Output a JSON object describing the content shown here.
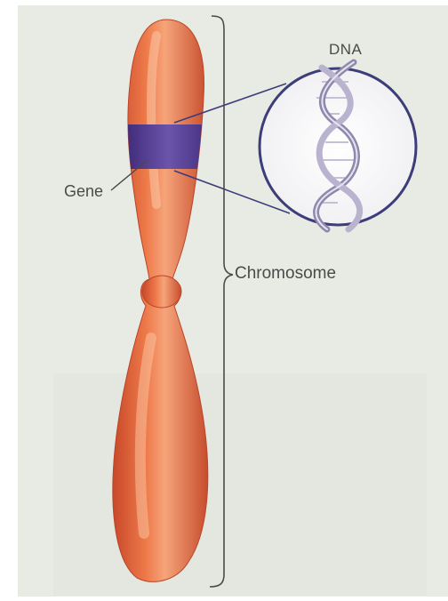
{
  "labels": {
    "dna": "DNA",
    "gene": "Gene",
    "chromosome": "Chromosome"
  },
  "colors": {
    "paper": "#e8ebe4",
    "chromosome": "#e66a3c",
    "chromosome_highlight": "#f8b48c",
    "gene_band": "#5a3f93",
    "magnifier_ring": "#3d3d7a",
    "dna_strand": "#a9a3c2",
    "label_text": "#4a4a4a"
  },
  "icons": {
    "magnifier": "magnifier-circle",
    "dna": "double-helix"
  }
}
